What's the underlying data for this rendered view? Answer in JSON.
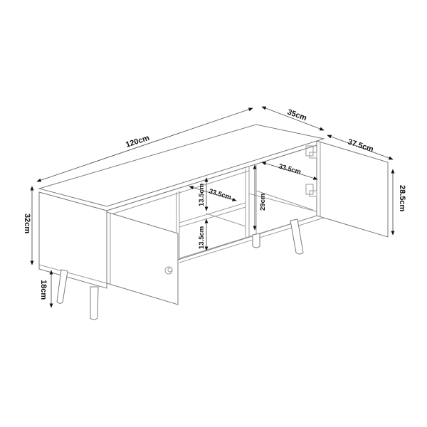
{
  "diagram": {
    "subject": "TV stand with two doors, open shelf and tapered legs",
    "dimensions": {
      "width": "120cm",
      "depth": "35cm",
      "door_width": "37.5cm",
      "door_height": "28.5cm",
      "body_height": "32cm",
      "leg_height": "18cm",
      "shelf_depth_upper": "33.5cm",
      "shelf_depth_inner": "33.5cm",
      "shelf_height_upper": "13.5cm",
      "shelf_height_lower": "13.5cm",
      "inner_height": "29cm"
    },
    "colors": {
      "line": "#9a9a9a",
      "dimension": "#555555",
      "text": "#111111",
      "background": "#ffffff"
    }
  }
}
